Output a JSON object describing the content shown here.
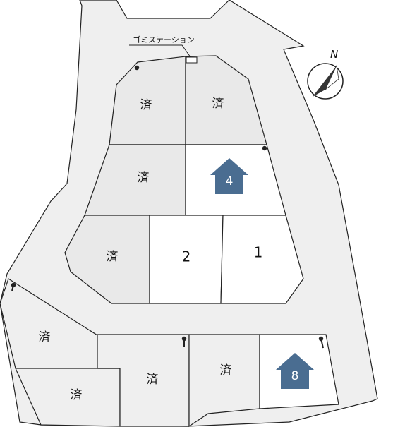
{
  "colors": {
    "road": "#efefef",
    "sold_lot": "#e9e9e9",
    "available_lot": "#ffffff",
    "house_marker": "#4a6d91",
    "line": "#222222"
  },
  "map": {
    "gomi_station_label": "ゴミステーション",
    "north_label": "N",
    "icons": [
      "compass-icon",
      "house-marker-icon",
      "utility-pole-icon"
    ]
  },
  "lots": [
    {
      "id": "lot-sold-a",
      "label": "済",
      "status": "sold"
    },
    {
      "id": "lot-sold-b",
      "label": "済",
      "status": "sold"
    },
    {
      "id": "lot-sold-c",
      "label": "済",
      "status": "sold"
    },
    {
      "id": "lot-4",
      "label": "4",
      "status": "available",
      "highlighted": true
    },
    {
      "id": "lot-sold-d",
      "label": "済",
      "status": "sold"
    },
    {
      "id": "lot-2",
      "label": "2",
      "status": "available"
    },
    {
      "id": "lot-1",
      "label": "1",
      "status": "available"
    },
    {
      "id": "lot-sold-e",
      "label": "済",
      "status": "sold"
    },
    {
      "id": "lot-sold-f",
      "label": "済",
      "status": "sold"
    },
    {
      "id": "lot-sold-g",
      "label": "済",
      "status": "sold"
    },
    {
      "id": "lot-sold-h",
      "label": "済",
      "status": "sold"
    },
    {
      "id": "lot-8",
      "label": "8",
      "status": "available",
      "highlighted": true
    }
  ]
}
